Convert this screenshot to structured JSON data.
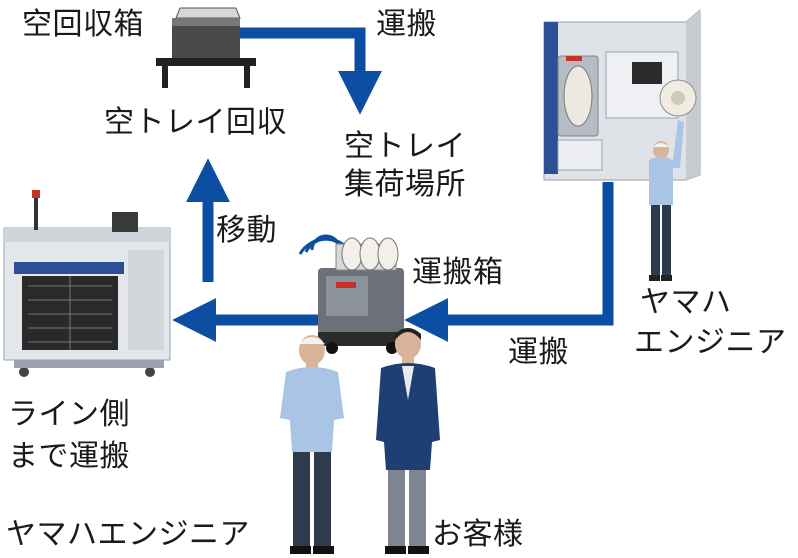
{
  "labels": {
    "empty_collection_box": "空回収箱",
    "transport_top": "運搬",
    "empty_tray_collection": "空トレイ回収",
    "empty_tray_area_line1": "空トレイ",
    "empty_tray_area_line2": "集荷場所",
    "move": "移動",
    "transport_box": "運搬箱",
    "transport_right": "運搬",
    "yamaha_engineer_right_line1": "ヤマハ",
    "yamaha_engineer_right_line2": "エンジニア",
    "to_line_side_line1": "ライン側",
    "to_line_side_line2": "まで運搬",
    "yamaha_engineer_bottom": "ヤマハエンジニア",
    "customer": "お客様"
  },
  "colors": {
    "arrow_blue": "#0b4ea2",
    "machine_gray": "#e3e6ea",
    "engineer_shirt": "#a9c4e4",
    "customer_suit": "#1f3f73",
    "trousers": "#2e3b4c",
    "text": "#1a1a1a"
  }
}
